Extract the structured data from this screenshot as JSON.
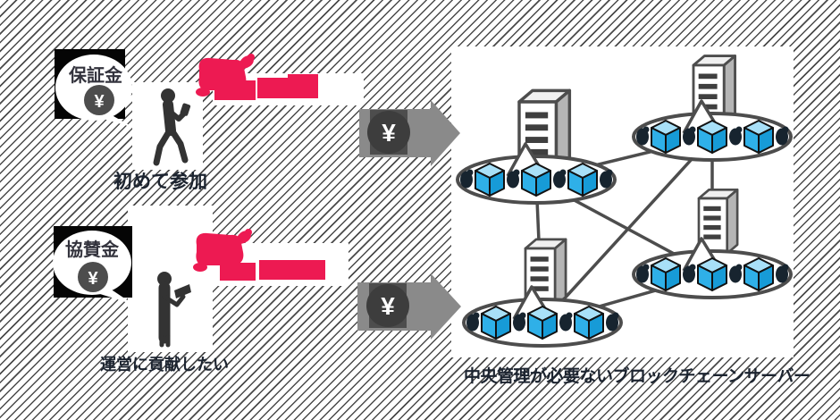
{
  "left_column": {
    "first_time": {
      "bubble_label": "保証金",
      "yen_symbol": "¥",
      "caption": "初めて参加"
    },
    "contributor": {
      "bubble_label": "協賛金",
      "yen_symbol": "¥",
      "caption": "運営に貢献したい"
    }
  },
  "payment_arrows": {
    "yen_symbol": "¥"
  },
  "network": {
    "caption": "中央管理が必要ないブロックチェーンサーバー",
    "node_count": 4,
    "cubes_per_node": 3
  },
  "colors": {
    "accent_red": "#ED1A52",
    "cube_blue": "#29ABE2",
    "cube_top_blue": "#A8E0F8",
    "dark_navy": "#1C2430",
    "arrow_gray": "#8A8A8A",
    "outline_gray": "#4D4D4D"
  }
}
